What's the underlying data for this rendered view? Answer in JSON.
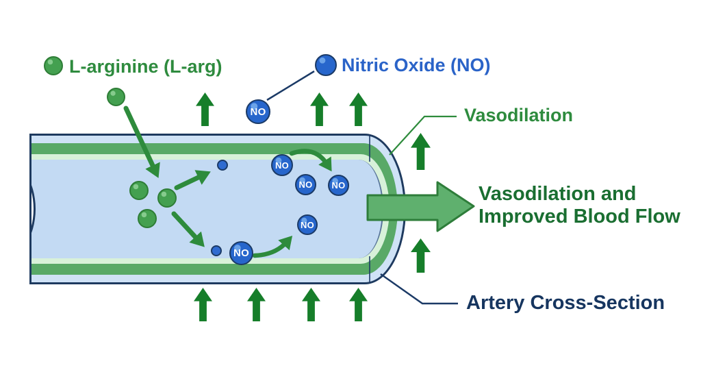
{
  "legend": {
    "l_arginine": {
      "label": "L-arginine (L-arg)",
      "text_color": "#2e8b3e",
      "ball_color": "#44a050"
    },
    "nitric_oxide": {
      "label": "Nitric Oxide (NO)",
      "text_color": "#2a63c8",
      "ball_color": "#2766cc"
    }
  },
  "annotations": {
    "vasodilation": {
      "label": "Vasodilation",
      "text_color": "#2e8b3e"
    },
    "outcome": {
      "line1": "Vasodilation and",
      "line2": "Improved Blood Flow",
      "text_color": "#1a6e31"
    },
    "artery": {
      "label": "Artery Cross-Section",
      "text_color": "#16355f"
    }
  },
  "molecule_label": {
    "no": "NO"
  },
  "counts": {
    "up_arrows": 9,
    "labeled_no_molecules": 6,
    "small_no_dots": 2,
    "l_arginine_molecules": 4
  },
  "colors": {
    "background": "#ffffff",
    "artery_outer_band": "#cfe2f6",
    "artery_wall_green": "#59a967",
    "artery_wall_pale": "#d8f1d9",
    "artery_lumen": "#c3daf3",
    "artery_border": "#1e3a5f",
    "up_arrow": "#167e2a",
    "flow_arrow_fill": "#5fb06e",
    "flow_arrow_border": "#2e7d3a",
    "reaction_arrow": "#2e8b3c",
    "leader_navy": "#1b3a66"
  }
}
